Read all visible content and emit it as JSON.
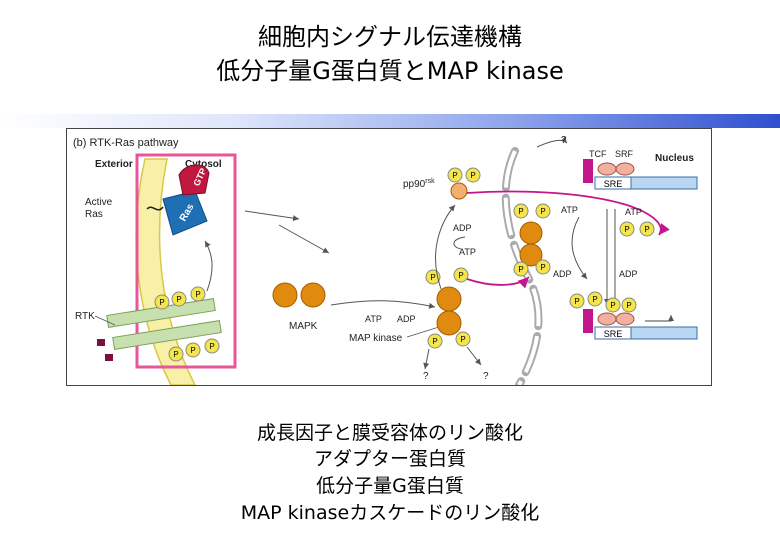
{
  "header": {
    "line1": "細胞内シグナル伝達機構",
    "line2": "低分子量G蛋白質とMAP kinase"
  },
  "figure": {
    "panel_label": "(b) RTK-Ras pathway",
    "exterior": "Exterior",
    "cytosol": "Cytosol",
    "nucleus": "Nucleus",
    "active_ras_line1": "Active",
    "active_ras_line2": "Ras",
    "ras": "Ras",
    "gtp": "GTP",
    "rtk": "RTK",
    "mapk": "MAPK",
    "map_kinase": "MAP kinase",
    "pp90rsk": "pp90",
    "pp90rsk_sup": "rsk",
    "atp": "ATP",
    "adp": "ADP",
    "p": "P",
    "question": "?",
    "tcf": "TCF",
    "srf": "SRF",
    "sre": "SRE"
  },
  "footer": {
    "line1": "成長因子と膜受容体のリン酸化",
    "line2": "アダプター蛋白質",
    "line3": "低分子量G蛋白質",
    "line4": "MAP kinaseカスケードのリン酸化"
  },
  "colors": {
    "membrane": "#f7f0a6",
    "membrane_edge": "#d9c84a",
    "ras": "#1f6fb5",
    "gtp": "#c0183e",
    "receptor": "#c8e0b0",
    "kinase": "#e08a10",
    "phosphate": "#f4e64a",
    "highlight": "#e8559a",
    "arrow_magenta": "#c4168c",
    "dna": "#b9d6f2"
  }
}
